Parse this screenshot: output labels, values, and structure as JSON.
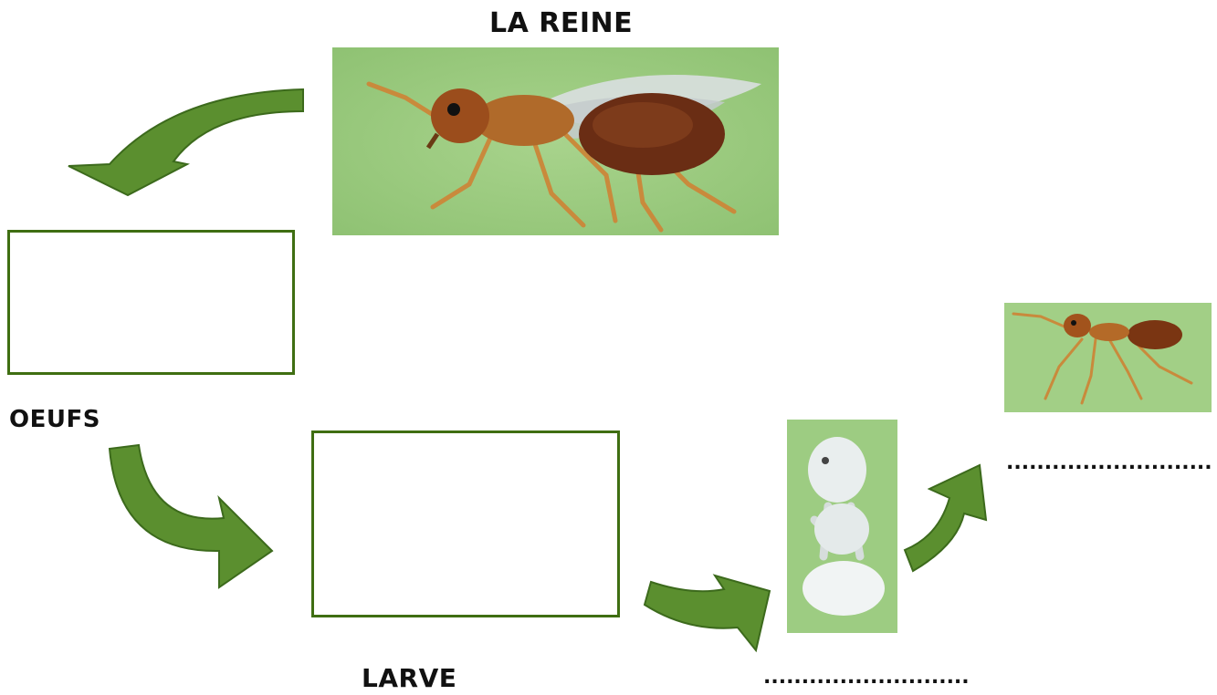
{
  "labels": {
    "queen": "LA REINE",
    "eggs": "OEUFS",
    "larva": "LARVE",
    "blank_adult": "...........................",
    "blank_pupa": "..........................."
  },
  "colors": {
    "arrow": "#5b8f2f",
    "arrow_edge": "#3c6a1c",
    "box_border": "#3f6e12",
    "photo_bg": "#9dcc82"
  },
  "images": {
    "queen": "winged-queen-ant-illustration",
    "worker": "worker-ant-illustration",
    "pupa": "white-ant-pupa-illustration"
  }
}
